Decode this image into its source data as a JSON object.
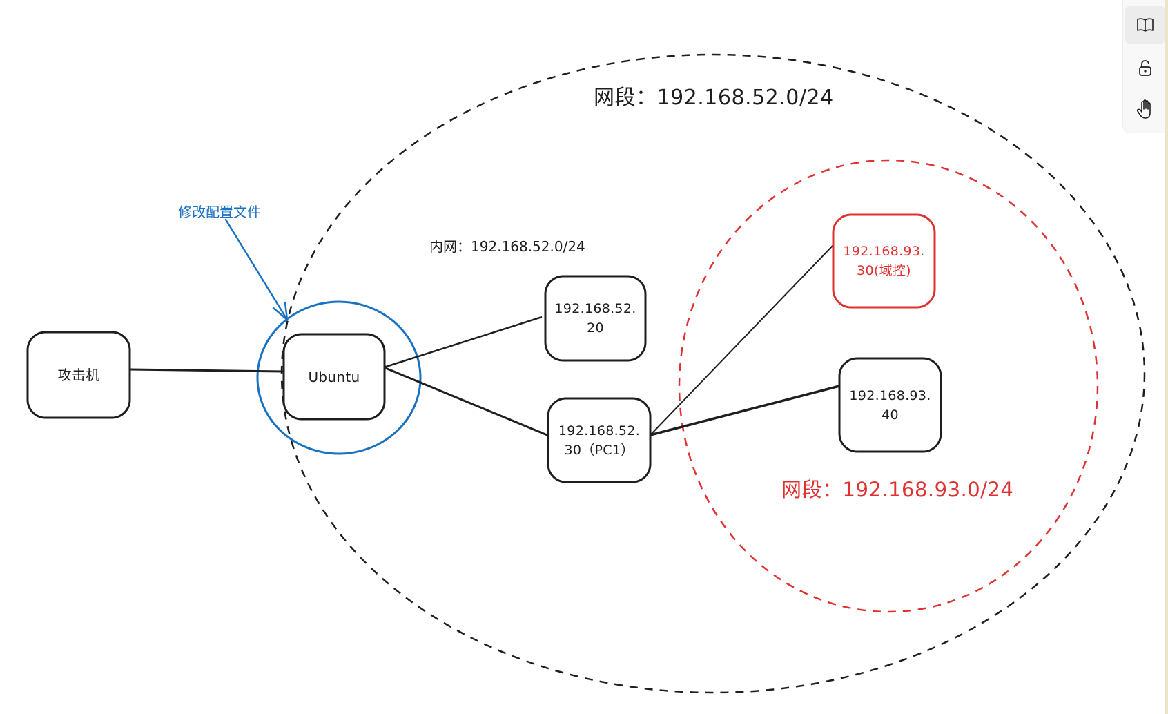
{
  "diagram": {
    "outer_segment_label": "网段：192.168.52.0/24",
    "inner_segment_label": "网段：192.168.93.0/24",
    "intranet_label": "内网：192.168.52.0/24",
    "annotation_label": "修改配置文件",
    "nodes": [
      {
        "id": "attacker",
        "label": "攻击机"
      },
      {
        "id": "ubuntu",
        "label": "Ubuntu"
      },
      {
        "id": "host-52-20",
        "label": "192.168.52.\n20"
      },
      {
        "id": "pc1",
        "label": "192.168.52.\n30（PC1）"
      },
      {
        "id": "dc",
        "label": "192.168.93.\n30(域控)"
      },
      {
        "id": "host-93-40",
        "label": "192.168.93.\n40"
      }
    ],
    "edges": [
      {
        "from": "attacker",
        "to": "ubuntu"
      },
      {
        "from": "ubuntu",
        "to": "host-52-20"
      },
      {
        "from": "ubuntu",
        "to": "pc1"
      },
      {
        "from": "pc1",
        "to": "dc"
      },
      {
        "from": "pc1",
        "to": "host-93-40"
      }
    ],
    "colors": {
      "stroke": "#1e1e1e",
      "red": "#e03131",
      "blue": "#1971c2"
    }
  },
  "toolbar": {
    "items": [
      {
        "name": "library",
        "icon": "book-icon",
        "active": true
      },
      {
        "name": "lock",
        "icon": "unlock-icon",
        "active": false
      },
      {
        "name": "hand",
        "icon": "hand-icon",
        "active": false
      }
    ]
  }
}
